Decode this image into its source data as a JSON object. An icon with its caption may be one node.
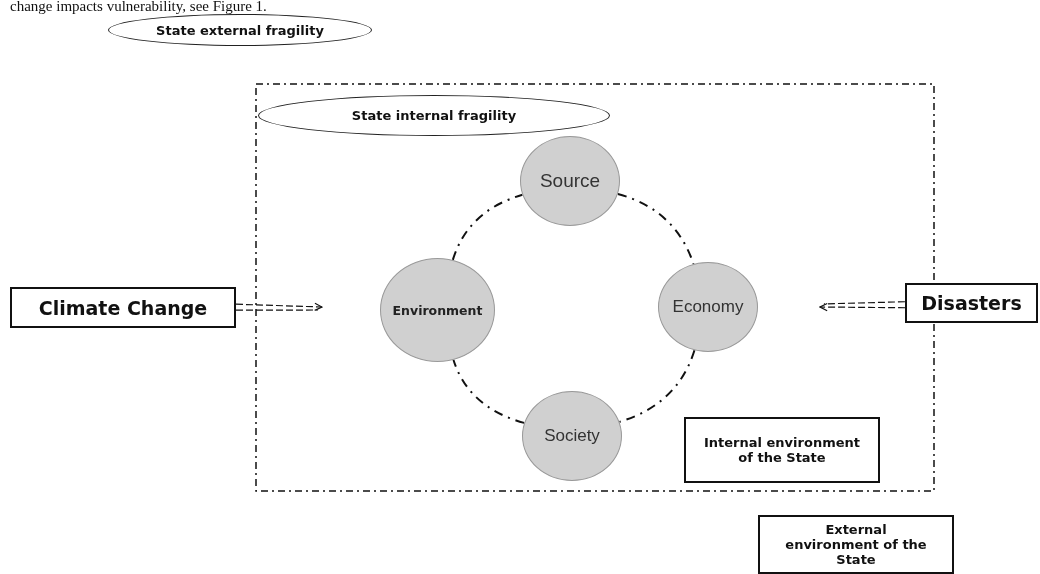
{
  "diagram": {
    "nodes": [
      {
        "text": [
          "State external fragility"
        ]
      },
      {
        "text": [],
        "shape": "box"
      },
      {
        "text": [
          "State internal fragility"
        ],
        "in": 1
      },
      {
        "text": [
          "Source"
        ],
        "in": 1
      },
      {
        "text": [
          "Environment"
        ],
        "in": 1
      },
      {
        "text": [
          "Economy"
        ],
        "in": 1
      },
      {
        "text": [
          "Society"
        ],
        "in": 1
      },
      {
        "text": [
          "Internal environment of the State"
        ],
        "in": 1
      },
      {
        "text": [
          "Climate Change"
        ]
      },
      {
        "text": [
          "Disasters"
        ]
      },
      {
        "text": [
          "External environment of the State"
        ]
      }
    ],
    "edges": [
      {
        "from": 4,
        "to": 3,
        "arrow": "none",
        "style": "dashed"
      },
      {
        "from": 3,
        "to": 5,
        "arrow": "none",
        "style": "dashed"
      },
      {
        "from": 5,
        "to": 6,
        "arrow": "none",
        "style": "dashed"
      },
      {
        "from": 6,
        "to": 4,
        "arrow": "none",
        "style": "dashed"
      },
      {
        "from": 8,
        "to": null,
        "arrow": "to",
        "style": "dashed"
      },
      {
        "from": 9,
        "to": null,
        "arrow": "to",
        "style": "dashed"
      }
    ],
    "labels": [
      "change impacts vulnerability, see Figure 1."
    ]
  }
}
